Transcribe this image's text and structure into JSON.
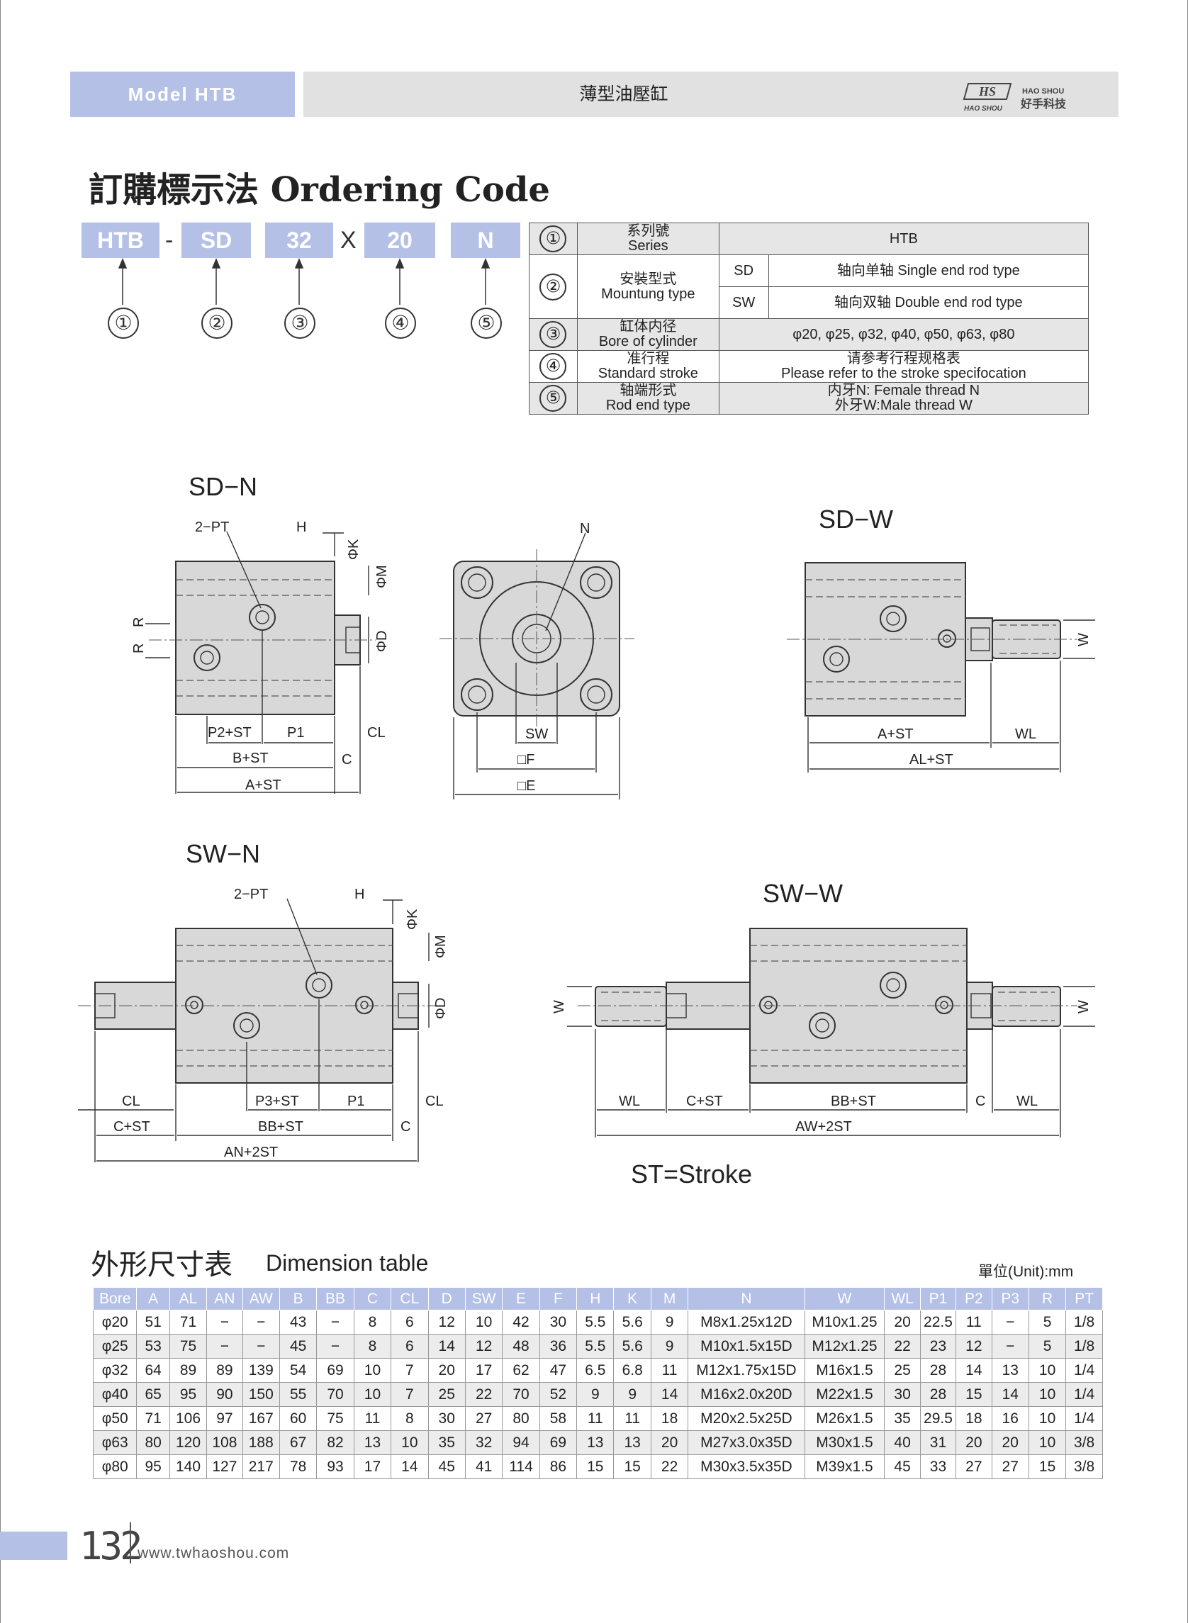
{
  "header": {
    "model": "Model HTB",
    "title": "薄型油壓缸",
    "logo_mark": "HS",
    "logo_en": "HAO SHOU",
    "logo_zh": "好手科技"
  },
  "heading": "訂購標示法 Ordering Code",
  "ordering_code": {
    "parts": [
      "HTB",
      "SD",
      "32",
      "20",
      "N"
    ],
    "separators": [
      "-",
      "X"
    ],
    "numbers": [
      "①",
      "②",
      "③",
      "④",
      "⑤"
    ]
  },
  "spec_table": {
    "rows": [
      {
        "num": "①",
        "zh": "系列號",
        "en": "Series",
        "value": "HTB"
      },
      {
        "num": "②",
        "zh": "安裝型式",
        "en": "Mountung type",
        "options": [
          {
            "code": "SD",
            "desc": "轴向单轴 Single end rod type"
          },
          {
            "code": "SW",
            "desc": "轴向双轴 Double end rod type"
          }
        ]
      },
      {
        "num": "③",
        "zh": "缸体内径",
        "en": "Bore of cylinder",
        "value": "φ20, φ25, φ32, φ40, φ50, φ63, φ80"
      },
      {
        "num": "④",
        "zh": "准行程",
        "en": "Standard stroke",
        "value_zh": "请参考行程规格表",
        "value_en": "Please refer to the stroke specifocation"
      },
      {
        "num": "⑤",
        "zh": "轴端形式",
        "en": "Rod end type",
        "value_zh": "内牙N: Female thread N",
        "value_en": "外牙W:Male thread W"
      }
    ]
  },
  "drawings": {
    "sd_n": "SD−N",
    "sd_w": "SD−W",
    "sw_n": "SW−N",
    "sw_w": "SW−W",
    "stroke_note": "ST=Stroke",
    "dims": {
      "pt": "2−PT",
      "h": "H",
      "k": "ΦK",
      "m": "ΦM",
      "d": "ΦD",
      "r": "R",
      "p2st": "P2+ST",
      "p1": "P1",
      "cl": "CL",
      "bst": "B+ST",
      "c": "C",
      "ast": "A+ST",
      "n": "N",
      "sw": "SW",
      "f": "□F",
      "e": "□E",
      "w": "W",
      "wl": "WL",
      "alst": "AL+ST",
      "p3st": "P3+ST",
      "cst": "C+ST",
      "bbst": "BB+ST",
      "an2st": "AN+2ST",
      "aw2st": "AW+2ST"
    }
  },
  "dimension_table": {
    "title_zh": "外形尺寸表",
    "title_en": "Dimension table",
    "unit": "單位(Unit):mm",
    "columns": [
      "Bore",
      "A",
      "AL",
      "AN",
      "AW",
      "B",
      "BB",
      "C",
      "CL",
      "D",
      "SW",
      "E",
      "F",
      "H",
      "K",
      "M",
      "N",
      "W",
      "WL",
      "P1",
      "P2",
      "P3",
      "R",
      "PT"
    ],
    "rows": [
      [
        "φ20",
        "51",
        "71",
        "−",
        "−",
        "43",
        "−",
        "8",
        "6",
        "12",
        "10",
        "42",
        "30",
        "5.5",
        "5.6",
        "9",
        "M8x1.25x12D",
        "M10x1.25",
        "20",
        "22.5",
        "11",
        "−",
        "5",
        "1/8"
      ],
      [
        "φ25",
        "53",
        "75",
        "−",
        "−",
        "45",
        "−",
        "8",
        "6",
        "14",
        "12",
        "48",
        "36",
        "5.5",
        "5.6",
        "9",
        "M10x1.5x15D",
        "M12x1.25",
        "22",
        "23",
        "12",
        "−",
        "5",
        "1/8"
      ],
      [
        "φ32",
        "64",
        "89",
        "89",
        "139",
        "54",
        "69",
        "10",
        "7",
        "20",
        "17",
        "62",
        "47",
        "6.5",
        "6.8",
        "11",
        "M12x1.75x15D",
        "M16x1.5",
        "25",
        "28",
        "14",
        "13",
        "10",
        "1/4"
      ],
      [
        "φ40",
        "65",
        "95",
        "90",
        "150",
        "55",
        "70",
        "10",
        "7",
        "25",
        "22",
        "70",
        "52",
        "9",
        "9",
        "14",
        "M16x2.0x20D",
        "M22x1.5",
        "30",
        "28",
        "15",
        "14",
        "10",
        "1/4"
      ],
      [
        "φ50",
        "71",
        "106",
        "97",
        "167",
        "60",
        "75",
        "11",
        "8",
        "30",
        "27",
        "80",
        "58",
        "11",
        "11",
        "18",
        "M20x2.5x25D",
        "M26x1.5",
        "35",
        "29.5",
        "18",
        "16",
        "10",
        "1/4"
      ],
      [
        "φ63",
        "80",
        "120",
        "108",
        "188",
        "67",
        "82",
        "13",
        "10",
        "35",
        "32",
        "94",
        "69",
        "13",
        "13",
        "20",
        "M27x3.0x35D",
        "M30x1.5",
        "40",
        "31",
        "20",
        "20",
        "10",
        "3/8"
      ],
      [
        "φ80",
        "95",
        "140",
        "127",
        "217",
        "78",
        "93",
        "17",
        "14",
        "45",
        "41",
        "114",
        "86",
        "15",
        "15",
        "22",
        "M30x3.5x35D",
        "M39x1.5",
        "45",
        "33",
        "27",
        "27",
        "15",
        "3/8"
      ]
    ]
  },
  "footer": {
    "page": "132",
    "site": "www.twhaoshou.com"
  }
}
